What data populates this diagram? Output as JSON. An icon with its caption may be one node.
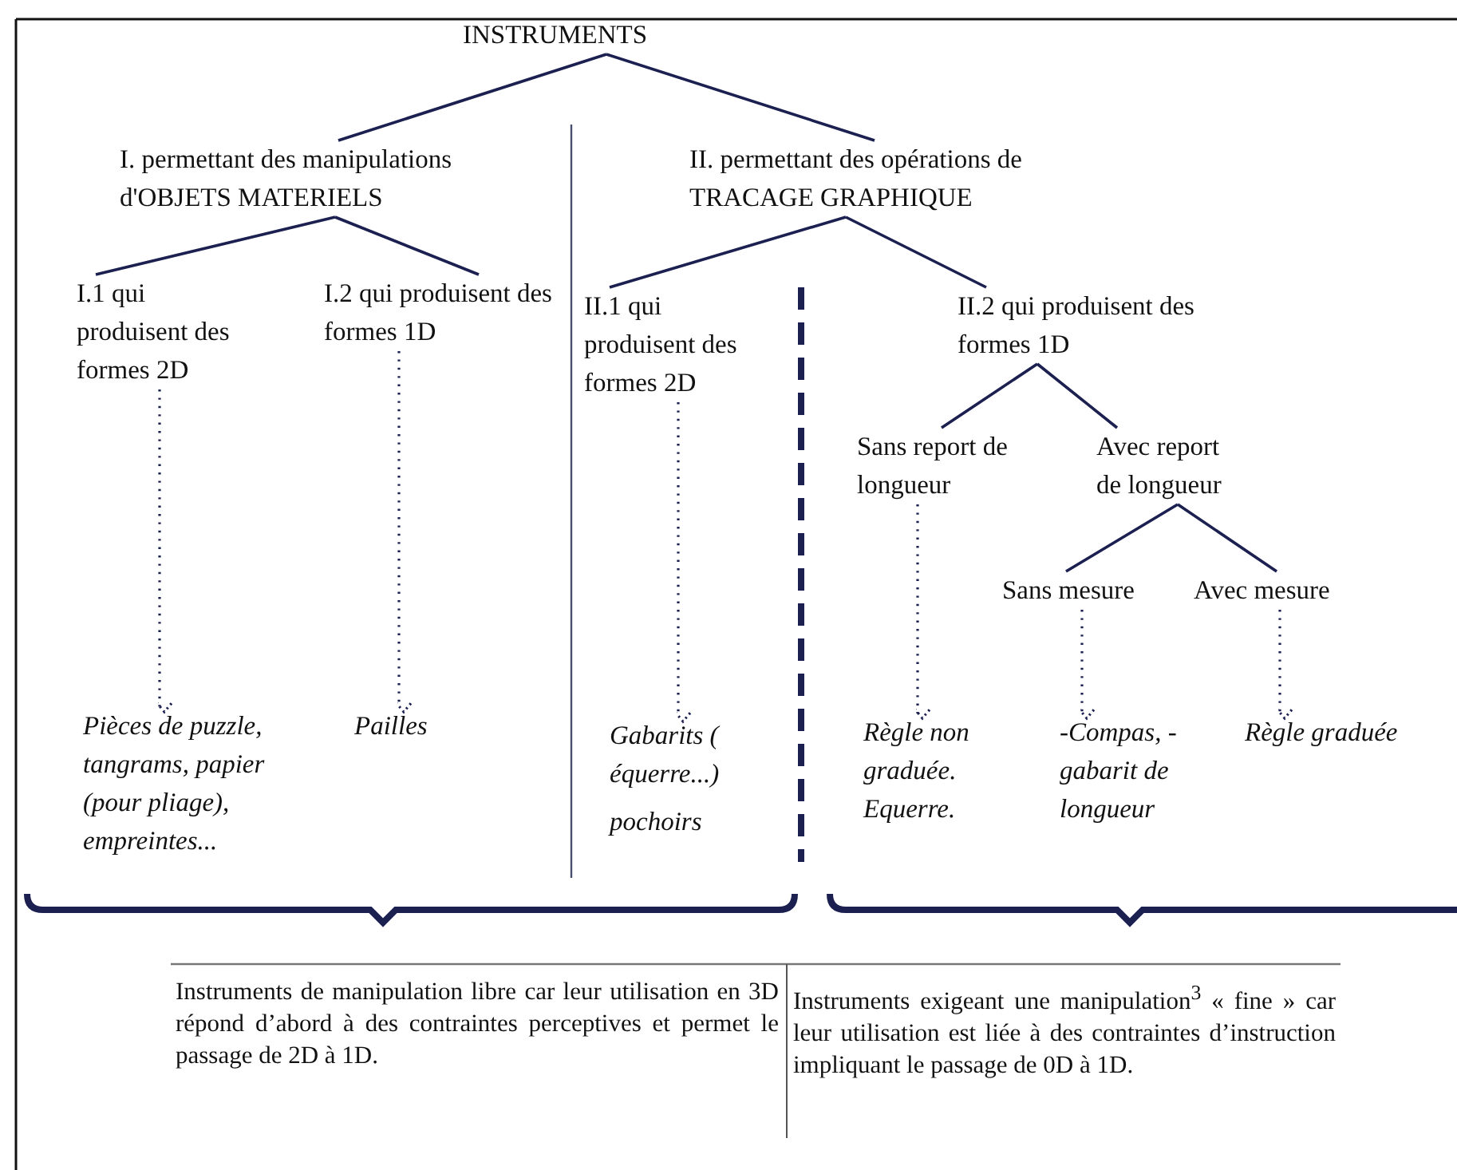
{
  "diagram": {
    "nodes": [
      {
        "text": [
          "INSTRUMENTS"
        ]
      },
      {
        "text": [
          "I. permettant des manipulations d'OBJETS MATERIELS"
        ]
      },
      {
        "text": [
          "II. permettant des opérations de TRACAGE GRAPHIQUE"
        ]
      },
      {
        "text": [
          "I.1 qui produisent des formes 2D"
        ]
      },
      {
        "text": [
          "I.2 qui produisent des formes 1D"
        ]
      },
      {
        "text": [
          "II.1 qui produisent des formes 2D"
        ]
      },
      {
        "text": [
          "II.2 qui produisent des formes 1D"
        ]
      },
      {
        "text": [
          "Sans report de longueur"
        ]
      },
      {
        "text": [
          "Avec report de longueur"
        ]
      },
      {
        "text": [
          "Sans mesure"
        ]
      },
      {
        "text": [
          "Avec mesure"
        ]
      },
      {
        "text": [
          "Pièces de puzzle, tangrams, papier (pour pliage), empreintes..."
        ]
      },
      {
        "text": [
          "Pailles"
        ]
      },
      {
        "text": [
          "Gabarits ( équerre...)",
          "pochoirs"
        ]
      },
      {
        "text": [
          "Règle non graduée. Equerre."
        ]
      },
      {
        "text": [
          "-Compas, -gabarit de longueur"
        ]
      },
      {
        "text": [
          "Règle graduée"
        ]
      }
    ],
    "edges": [
      {
        "from": 0,
        "to": 1,
        "arrow": "none"
      },
      {
        "from": 0,
        "to": 2,
        "arrow": "none"
      },
      {
        "from": 1,
        "to": 3,
        "arrow": "none"
      },
      {
        "from": 1,
        "to": 4,
        "arrow": "none"
      },
      {
        "from": 2,
        "to": 5,
        "arrow": "none"
      },
      {
        "from": 2,
        "to": 6,
        "arrow": "none"
      },
      {
        "from": 6,
        "to": 7,
        "arrow": "none"
      },
      {
        "from": 6,
        "to": 8,
        "arrow": "none"
      },
      {
        "from": 8,
        "to": 9,
        "arrow": "none"
      },
      {
        "from": 8,
        "to": 10,
        "arrow": "none"
      },
      {
        "from": 3,
        "to": 11,
        "arrow": "to",
        "style": "dashed"
      },
      {
        "from": 4,
        "to": 12,
        "arrow": "to",
        "style": "dashed"
      },
      {
        "from": 5,
        "to": 13,
        "arrow": "to",
        "style": "dashed"
      },
      {
        "from": 7,
        "to": 14,
        "arrow": "to",
        "style": "dashed"
      },
      {
        "from": 9,
        "to": 15,
        "arrow": "to",
        "style": "dashed"
      },
      {
        "from": 10,
        "to": 16,
        "arrow": "to",
        "style": "dashed"
      }
    ],
    "labels": [
      "Instruments de manipulation libre car leur utilisation en 3D répond d’abord à des contraintes perceptives et permet le passage de 2D à 1D.",
      "Instruments exigeant une manipulation$^{3}$ « fine » car leur utilisation est liée à des contraintes d’instruction impliquant le passage de 0D à 1D."
    ]
  }
}
